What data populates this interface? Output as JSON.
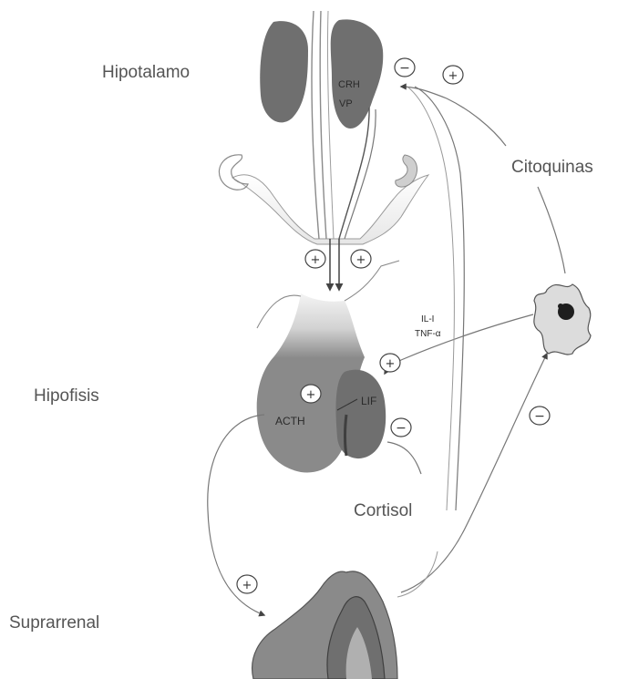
{
  "labels": {
    "hypothalamus": "Hipotalamo",
    "hypophysis": "Hipofisis",
    "adrenal": "Suprarrenal",
    "cytokines": "Citoquinas",
    "cortisol": "Cortisol"
  },
  "inner": {
    "crh": "CRH",
    "vp": "VP",
    "acth": "ACTH",
    "lif": "LIF",
    "il1": "IL-I",
    "tnf": "TNF-α"
  },
  "signs": {
    "plus": "+",
    "minus": "−"
  },
  "colors": {
    "background": "#ffffff",
    "tissue_dark": "#6f6f6f",
    "tissue_mid": "#8a8a8a",
    "tissue_light": "#d9d9d9",
    "line": "#777777",
    "label": "#555555"
  }
}
